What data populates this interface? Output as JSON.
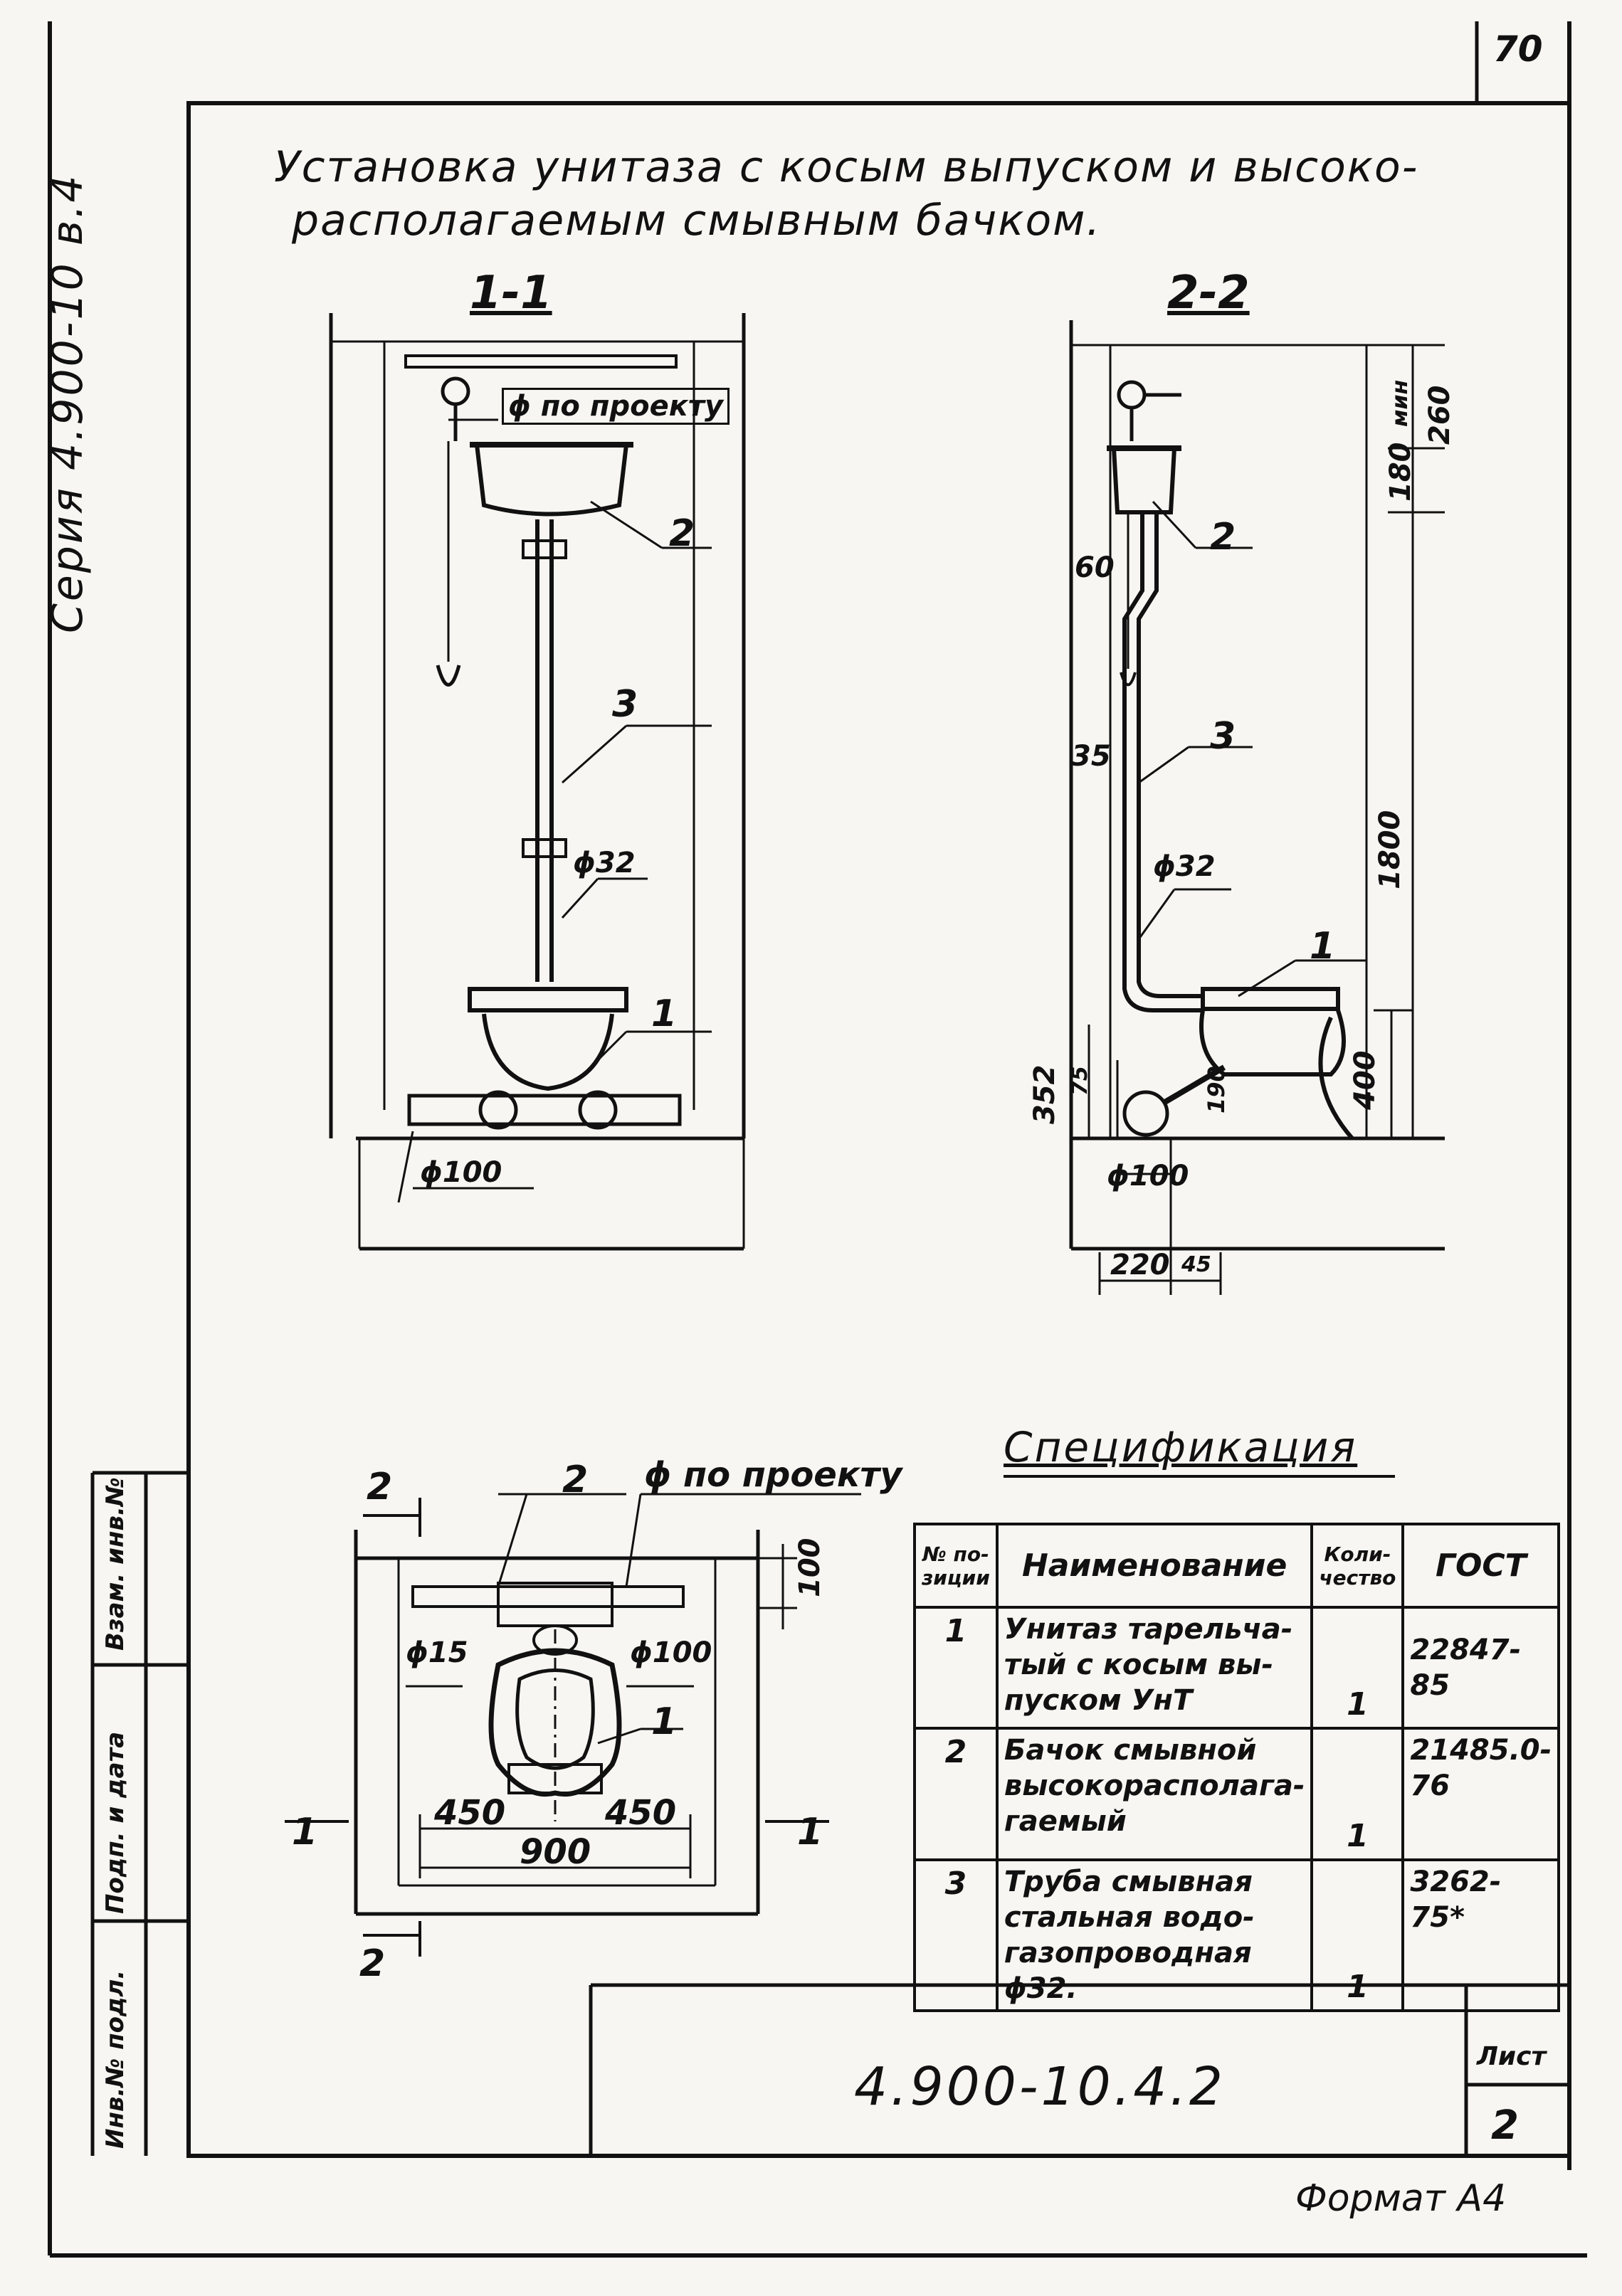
{
  "page_number": "70",
  "series_label": "Серия 4.900-10 в.4",
  "title": {
    "line1": "Установка унитаза с косым выпуском и высоко-",
    "line2": "располагаемым смывным бачком."
  },
  "section_1_1": {
    "label": "1-1",
    "pipe_note": "ϕ по проекту",
    "diameter_32": "ϕ32",
    "diameter_100": "ϕ100",
    "callouts": [
      "2",
      "3",
      "1"
    ]
  },
  "section_2_2": {
    "label": "2-2",
    "dim_260": "260",
    "dim_min": "мин",
    "dim_180": "180",
    "dim_60": "60",
    "dim_35": "35",
    "dim_1800": "1800",
    "dim_400": "400",
    "dim_352": "352",
    "dim_75": "75",
    "dim_190": "190",
    "dim_220": "220",
    "dim_45": "45",
    "diameter_32": "ϕ32",
    "diameter_100": "ϕ100",
    "callouts": [
      "2",
      "3",
      "1"
    ]
  },
  "plan": {
    "cut_label_top": "2",
    "tank_callout": "2",
    "pipe_note": "ϕ по проекту",
    "dim_100": "100",
    "diameter_15": "ϕ15",
    "diameter_100": "ϕ100",
    "bowl_callout": "1",
    "dim_450_left": "450",
    "dim_450_right": "450",
    "dim_900": "900",
    "cut_left": "1",
    "cut_right": "1",
    "cut_label_bottom": "2"
  },
  "specification": {
    "title": "Спецификация",
    "headers": {
      "position": "№ по-зиции",
      "name": "Наименование",
      "quantity": "Коли-чество",
      "standard": "ГОСТ"
    },
    "rows": [
      {
        "pos": "1",
        "name": "Унитаз тарельча-тый с косым вы-пуском УнТ",
        "qty": "1",
        "gost": "22847-85"
      },
      {
        "pos": "2",
        "name": "Бачок смывной высокорасполага-гаемый",
        "qty": "1",
        "gost": "21485.0-76"
      },
      {
        "pos": "3",
        "name": "Труба смывная стальная водо-газопроводная ϕ32.",
        "qty": "1",
        "gost": "3262-75*"
      }
    ]
  },
  "stamp": {
    "inv_orig": "Инв.№ подл.",
    "sign_date": "Подп. и дата",
    "inv_dup": "Взам. инв.№"
  },
  "doc_code": "4.900-10.4.2",
  "sheet_label": "Лист",
  "sheet_number": "2",
  "format": "Формат А4"
}
